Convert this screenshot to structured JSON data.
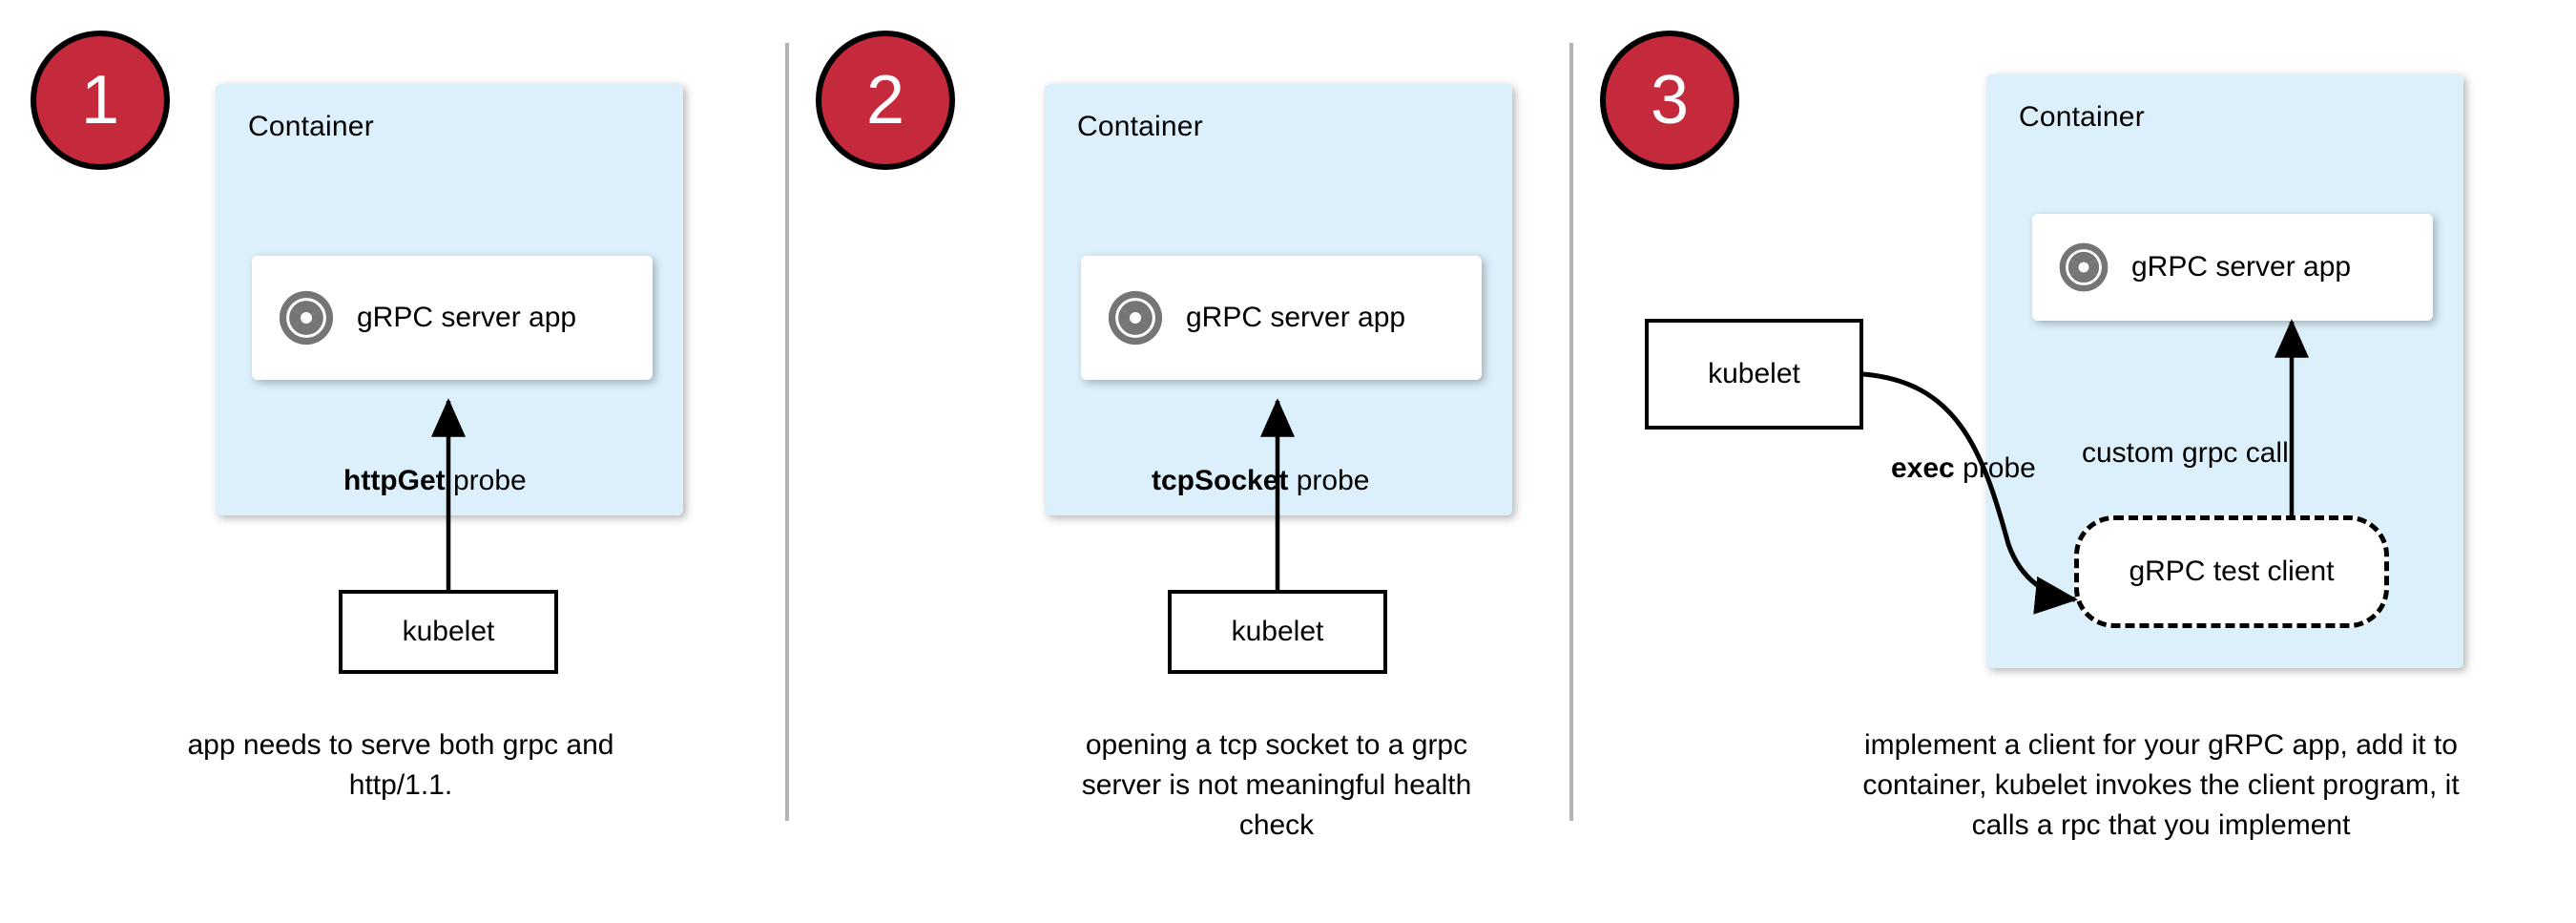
{
  "diagram": {
    "title": "gRPC health probe approaches in Kubernetes",
    "colors": {
      "badge_red": "#c4293c",
      "badge_border": "#000000",
      "badge_text": "#ffffff",
      "container_blue": "#dcf0fb",
      "card_white": "#ffffff",
      "stroke_black": "#000000",
      "divider_gray": "#b3b3b3"
    },
    "panels": [
      {
        "step": "1",
        "container_label": "Container",
        "app_card": {
          "label": "gRPC server app",
          "icon": "grpc-aperture-icon"
        },
        "probe_label_bold": "httpGet",
        "probe_label_rest": " probe",
        "kubelet_label": "kubelet",
        "caption": "app needs to serve both grpc and http/1.1."
      },
      {
        "step": "2",
        "container_label": "Container",
        "app_card": {
          "label": "gRPC server app",
          "icon": "grpc-aperture-icon"
        },
        "probe_label_bold": "tcpSocket",
        "probe_label_rest": " probe",
        "kubelet_label": "kubelet",
        "caption": "opening a tcp socket to a grpc server is not meaningful health check"
      },
      {
        "step": "3",
        "container_label": "Container",
        "app_card": {
          "label": "gRPC server app",
          "icon": "grpc-aperture-icon"
        },
        "probe_label_bold": "exec",
        "probe_label_rest": " probe",
        "call_label": "custom grpc call",
        "kubelet_label": "kubelet",
        "test_client_label": "gRPC test client",
        "caption": "implement a client for your gRPC app, add it to container, kubelet invokes the client program, it calls a rpc that you implement"
      }
    ]
  }
}
